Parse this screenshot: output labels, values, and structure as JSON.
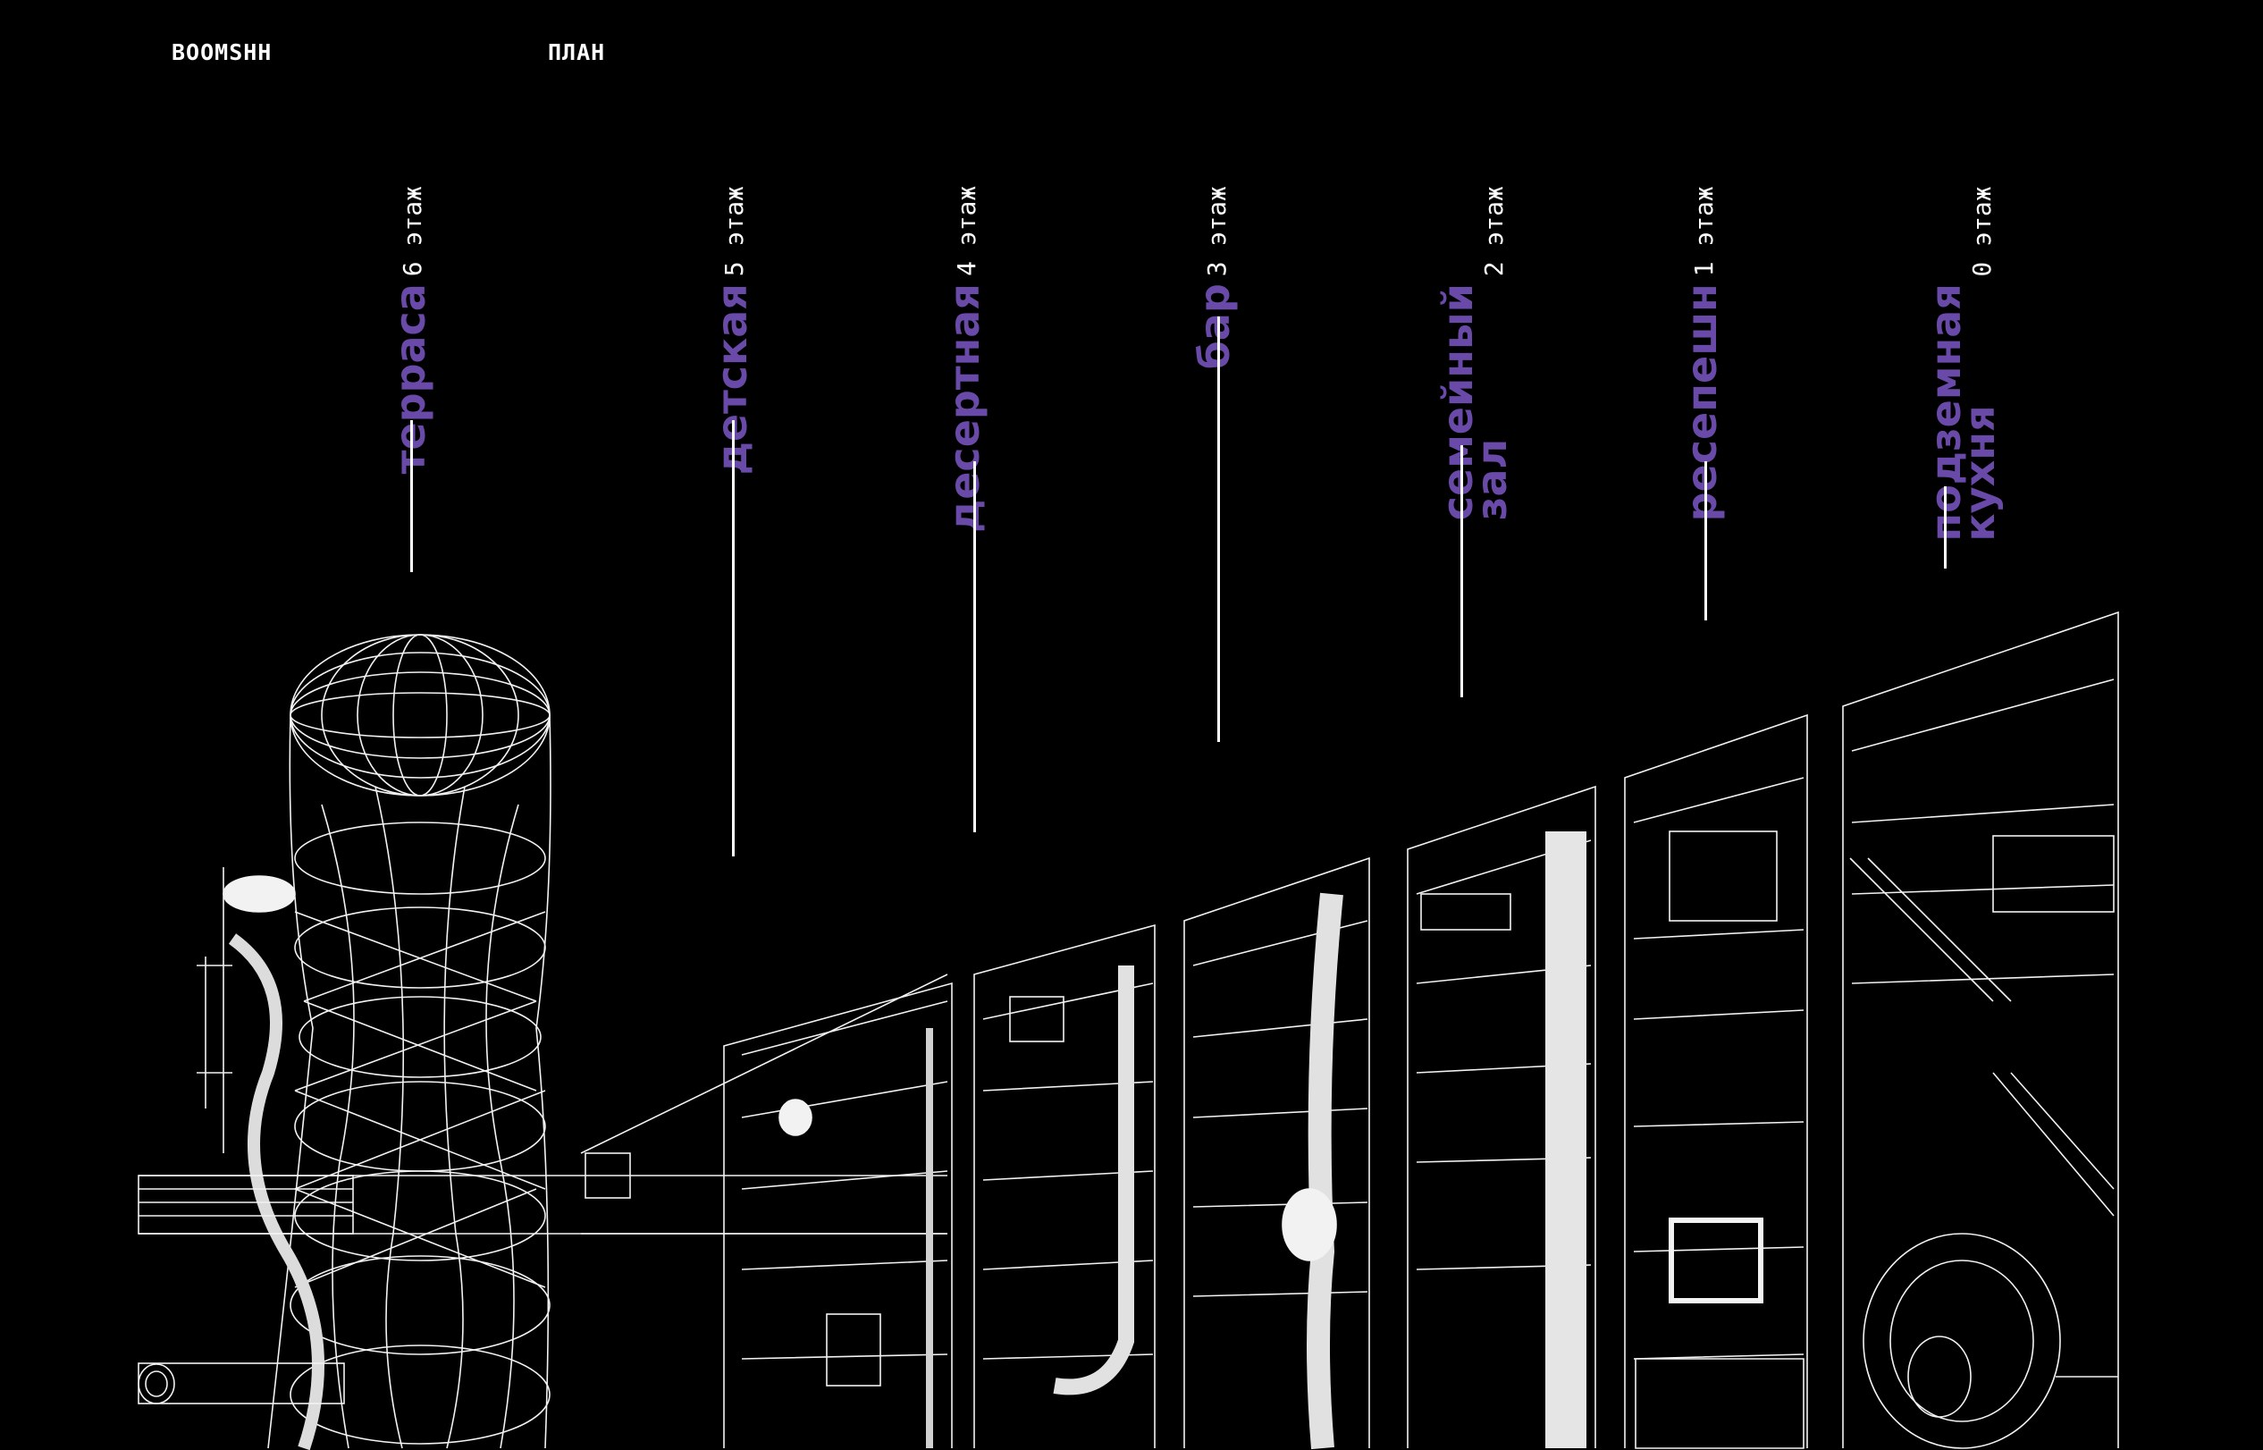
{
  "header": {
    "logo": "BOOMSHH",
    "nav_plan": "ПЛАН"
  },
  "floors": [
    {
      "name": "терраса",
      "number": "6 этаж"
    },
    {
      "name": "детская",
      "number": "5 этаж"
    },
    {
      "name": "десертная",
      "number": "4 этаж"
    },
    {
      "name": "бар",
      "number": "3 этаж"
    },
    {
      "name": "семейный\nзал",
      "number": "2 этаж"
    },
    {
      "name": "ресепешн",
      "number": "1 этаж"
    },
    {
      "name": "подземная\nкухня",
      "number": "0 этаж"
    }
  ],
  "colors": {
    "background": "#000000",
    "accent": "#6a4aa8",
    "line": "#ffffff"
  }
}
